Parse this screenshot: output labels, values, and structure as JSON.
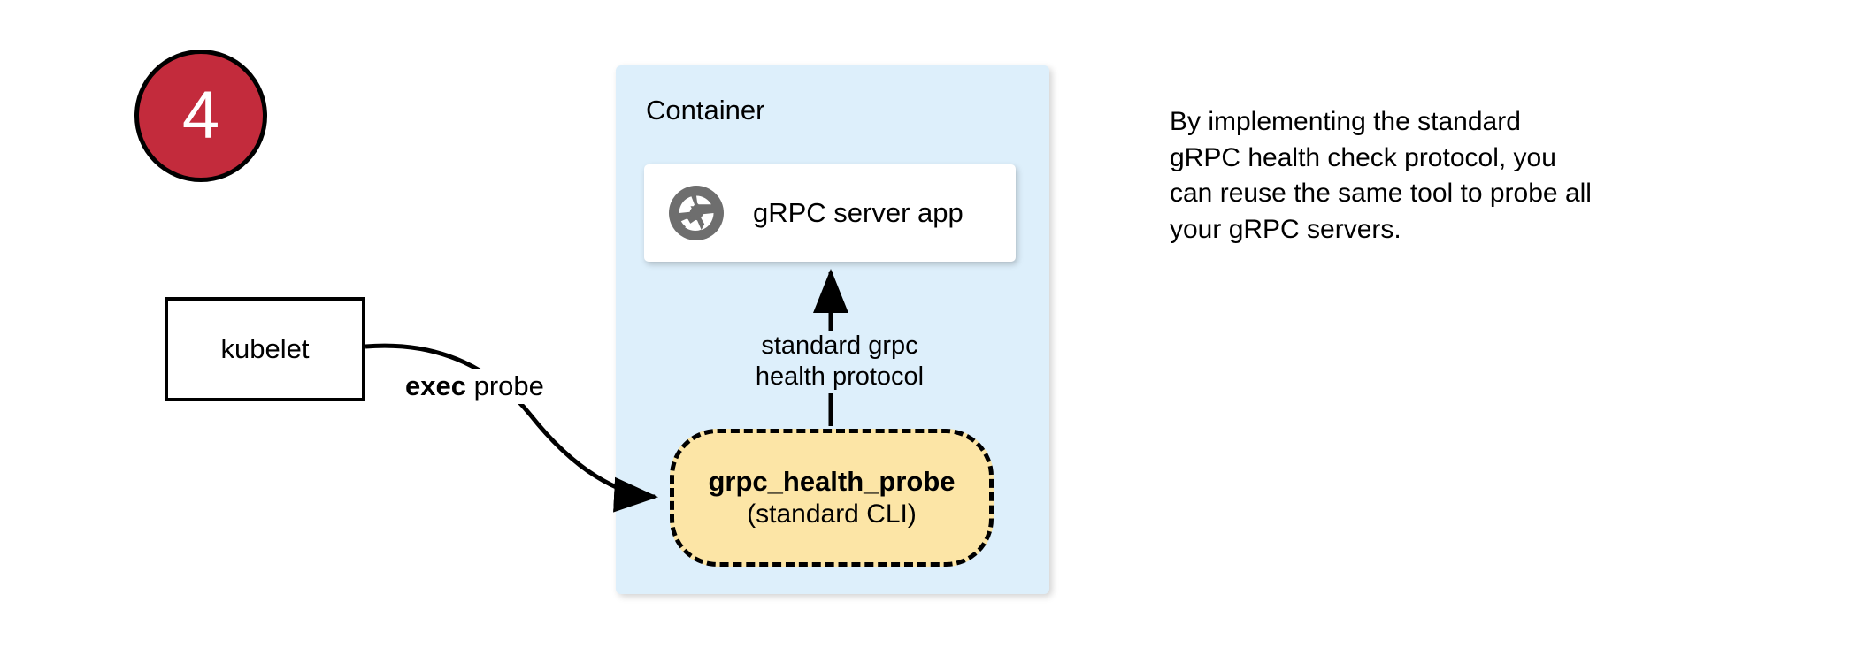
{
  "step": {
    "number": "4",
    "fill_color": "#c32b3c",
    "text_color": "#ffffff"
  },
  "kubelet": {
    "label": "kubelet"
  },
  "edges": {
    "exec_probe": {
      "bold_text": "exec",
      "rest_text": " probe"
    },
    "health_protocol": {
      "line1": "standard grpc",
      "line2": "health protocol"
    }
  },
  "container": {
    "label": "Container",
    "fill_color": "#ddeffb",
    "server_app": {
      "label": "gRPC server app",
      "icon": "grpc-aperture-icon",
      "icon_color": "#6e6e6e"
    },
    "probe": {
      "title": "grpc_health_probe",
      "subtitle": "(standard CLI)",
      "fill_color": "#fce5a6",
      "border_style": "dashed"
    }
  },
  "note": {
    "lines": [
      "By implementing the standard",
      "gRPC health check protocol, you",
      "can reuse the same tool to probe all",
      "your gRPC servers."
    ],
    "text": "By implementing the standard gRPC health check protocol, you can reuse the same tool to probe all your gRPC servers."
  }
}
